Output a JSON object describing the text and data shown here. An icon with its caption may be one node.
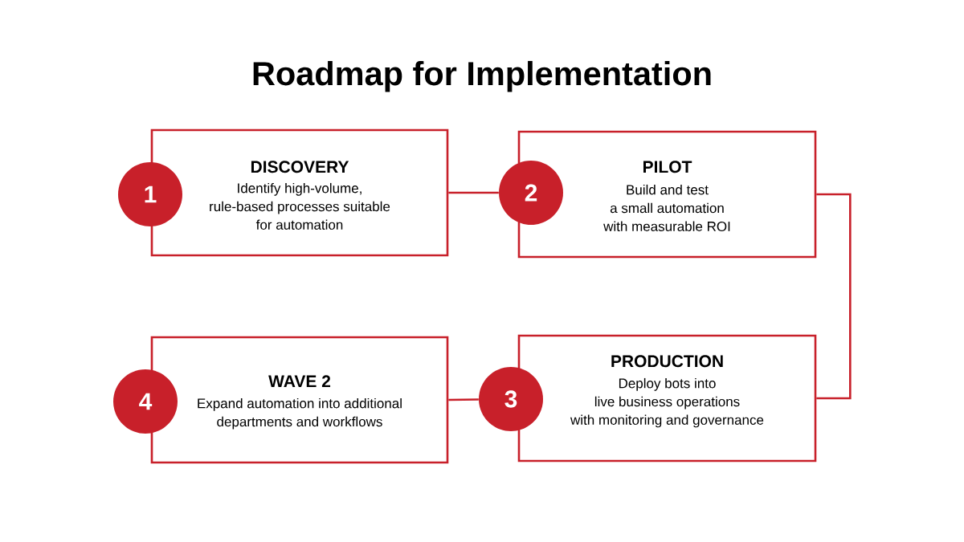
{
  "diagram": {
    "title": "Roadmap for Implementation",
    "nodes": [
      {
        "text": [
          "1"
        ]
      },
      {
        "text": [
          "DISCOVERY",
          "Identify high-volume, rule-based processes suitable for automation"
        ]
      },
      {
        "text": [
          "2"
        ]
      },
      {
        "text": [
          "PILOT",
          "Build and test a small automation with measurable ROI"
        ]
      },
      {
        "text": [
          "3"
        ]
      },
      {
        "text": [
          "PRODUCTION",
          "Deploy bots into live business operations with monitoring and governance"
        ]
      },
      {
        "text": [
          "4"
        ]
      },
      {
        "text": [
          "WAVE 2",
          "Expand automation into additional departments and workflows"
        ]
      }
    ],
    "edges": [
      {
        "from": 1,
        "to": 2,
        "arrow": "none"
      },
      {
        "from": 3,
        "to": 5,
        "arrow": "none"
      },
      {
        "from": 4,
        "to": 7,
        "arrow": "none"
      }
    ]
  }
}
